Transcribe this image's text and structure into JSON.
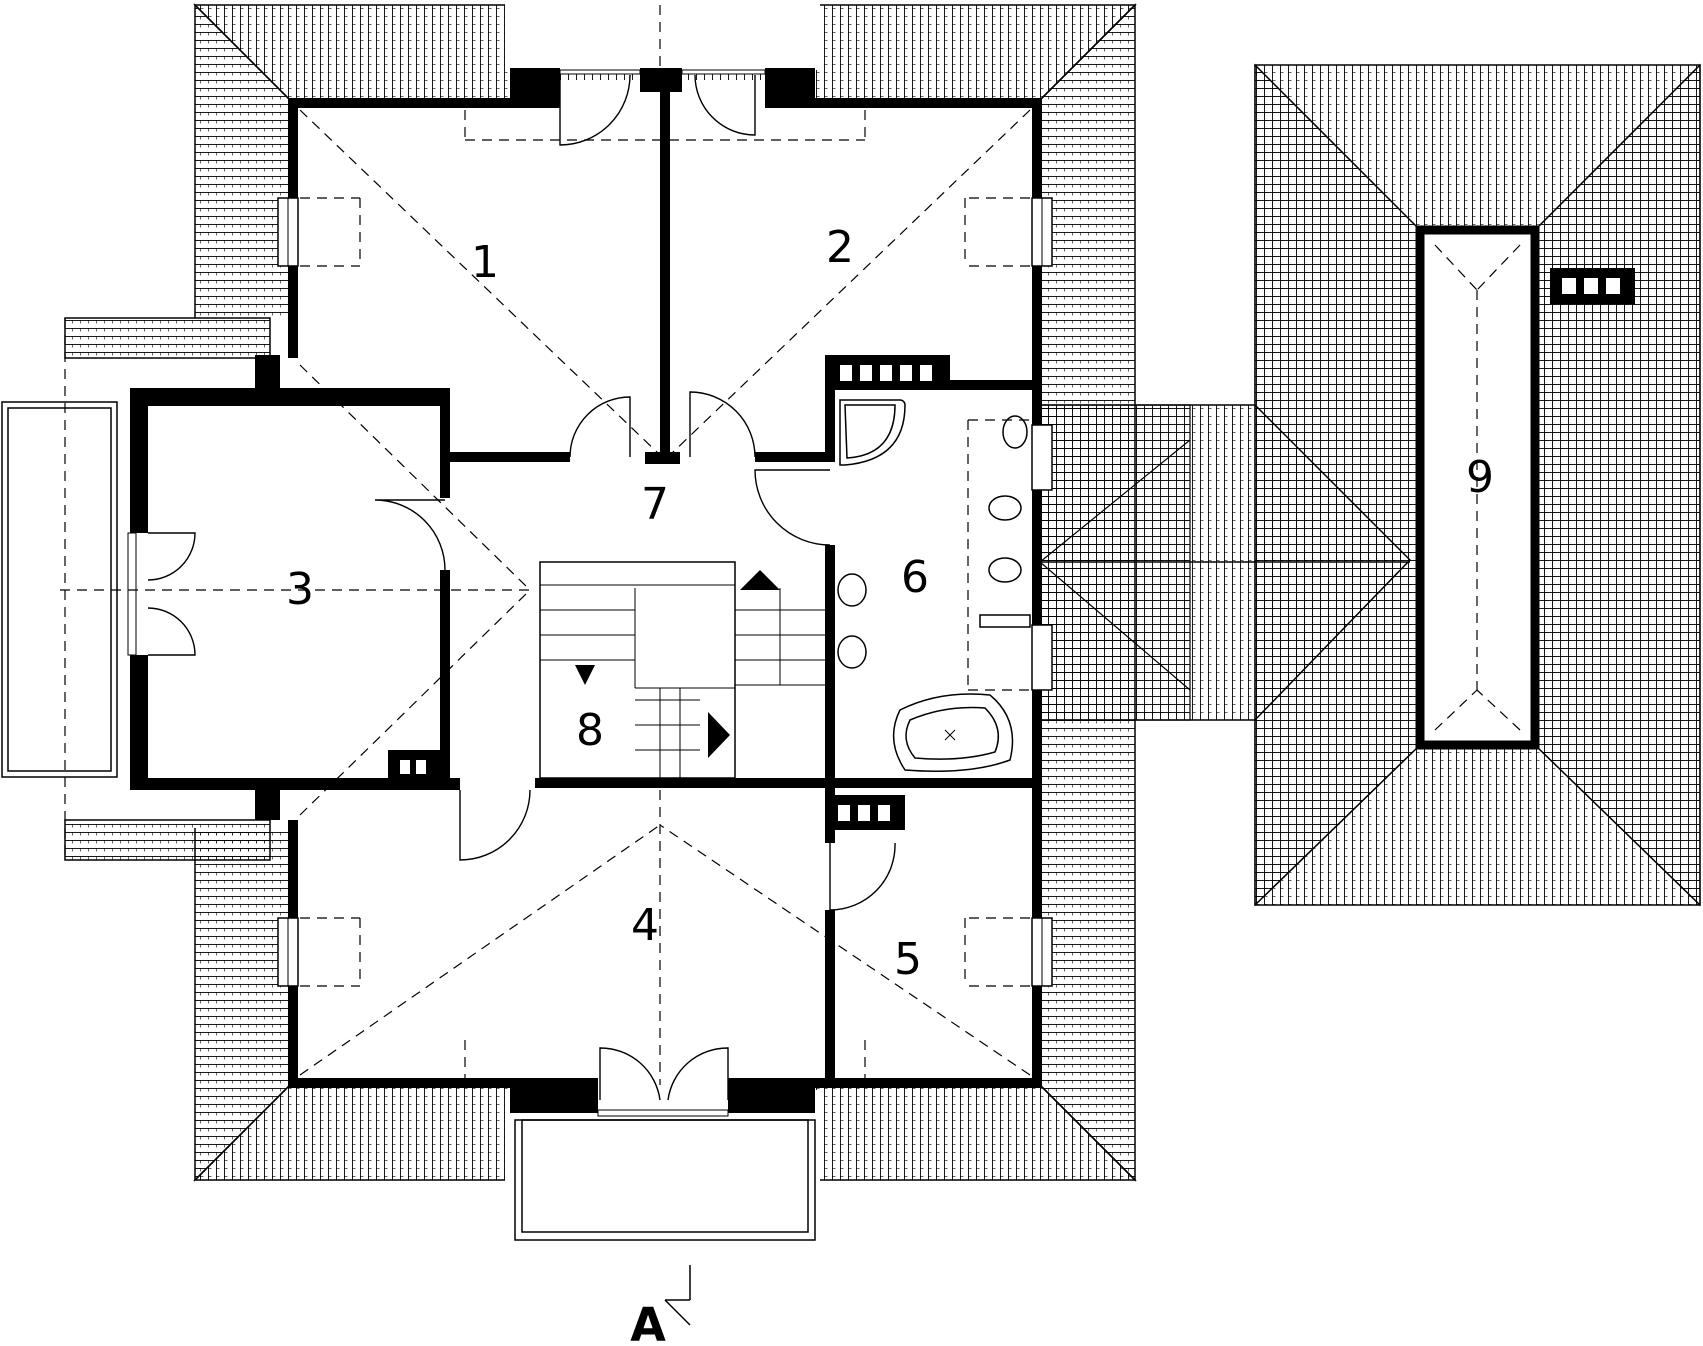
{
  "rooms": [
    {
      "id": "1",
      "label": "1"
    },
    {
      "id": "2",
      "label": "2"
    },
    {
      "id": "3",
      "label": "3"
    },
    {
      "id": "4",
      "label": "4"
    },
    {
      "id": "5",
      "label": "5"
    },
    {
      "id": "6",
      "label": "6"
    },
    {
      "id": "7",
      "label": "7"
    },
    {
      "id": "8",
      "label": "8"
    },
    {
      "id": "9",
      "label": "9"
    }
  ],
  "section_marker": {
    "label": "A"
  }
}
